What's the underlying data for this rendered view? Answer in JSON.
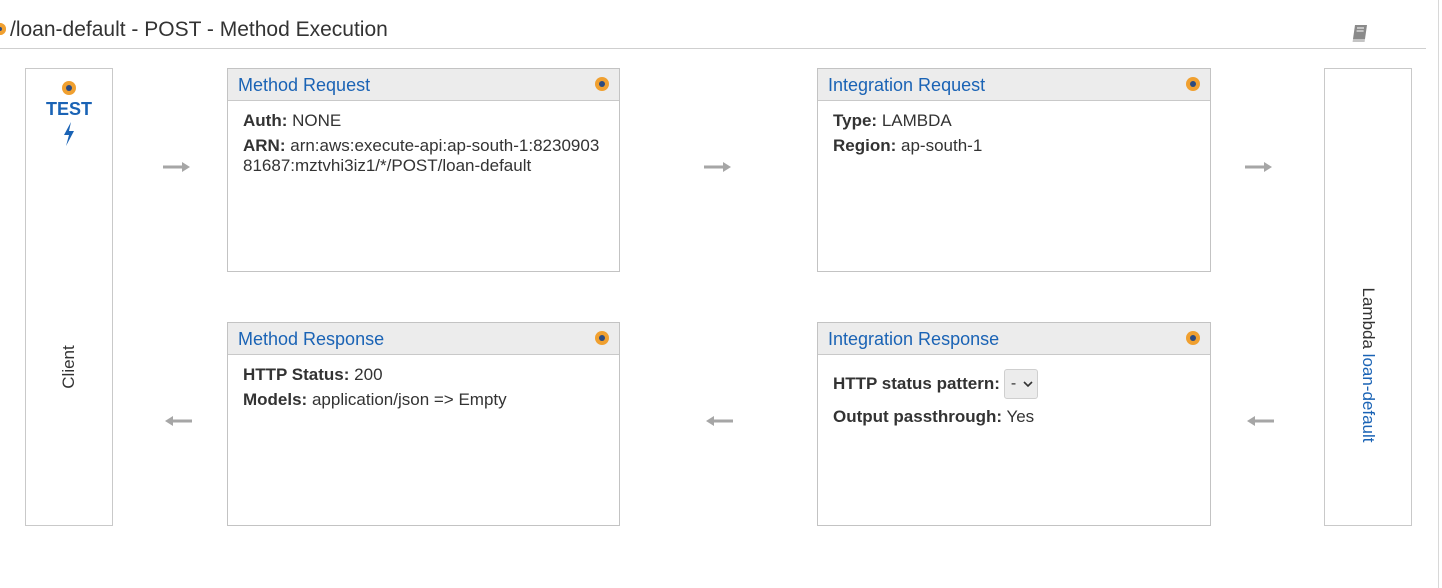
{
  "page": {
    "title": "/loan-default - POST - Method Execution",
    "icons": {
      "title_status": "status-dot-icon",
      "docs": "book-icon"
    }
  },
  "client": {
    "test_label": "TEST",
    "label": "Client",
    "icons": {
      "status": "status-dot-icon",
      "test": "lightning-bolt-icon"
    }
  },
  "method_request": {
    "title": "Method Request",
    "auth_label": "Auth:",
    "auth_value": "NONE",
    "arn_label": "ARN:",
    "arn_value": "arn:aws:execute-api:ap-south-1:823090381687:mztvhi3iz1/*/POST/loan-default"
  },
  "integration_request": {
    "title": "Integration Request",
    "type_label": "Type:",
    "type_value": "LAMBDA",
    "region_label": "Region:",
    "region_value": "ap-south-1"
  },
  "method_response": {
    "title": "Method Response",
    "status_label": "HTTP Status:",
    "status_value": "200",
    "models_label": "Models:",
    "models_value": "application/json => Empty"
  },
  "integration_response": {
    "title": "Integration Response",
    "pattern_label": "HTTP status pattern:",
    "pattern_value": "-",
    "passthrough_label": "Output passthrough:",
    "passthrough_value": "Yes"
  },
  "lambda": {
    "prefix": "Lambda",
    "function_name": "loan-default"
  },
  "colors": {
    "link": "#1a63b5",
    "status_dot_outer": "#f0a030",
    "status_dot_inner": "#2c4a80",
    "header_bg": "#ececec",
    "arrow": "#a6a6a6"
  }
}
